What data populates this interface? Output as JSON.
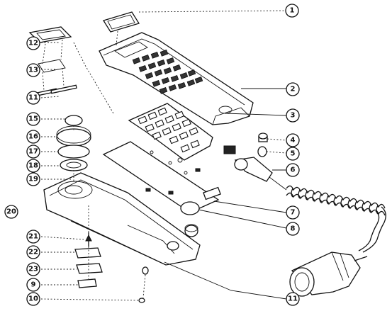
{
  "callouts": [
    {
      "id": "c1",
      "label": "1"
    },
    {
      "id": "c2",
      "label": "2"
    },
    {
      "id": "c3",
      "label": "3"
    },
    {
      "id": "c4",
      "label": "4"
    },
    {
      "id": "c5",
      "label": "5"
    },
    {
      "id": "c6",
      "label": "6"
    },
    {
      "id": "c7",
      "label": "7"
    },
    {
      "id": "c8",
      "label": "8"
    },
    {
      "id": "c11r",
      "label": "11"
    },
    {
      "id": "c12",
      "label": "12"
    },
    {
      "id": "c13",
      "label": "13"
    },
    {
      "id": "c11l",
      "label": "11"
    },
    {
      "id": "c15",
      "label": "15"
    },
    {
      "id": "c16",
      "label": "16"
    },
    {
      "id": "c17",
      "label": "17"
    },
    {
      "id": "c18",
      "label": "18"
    },
    {
      "id": "c19",
      "label": "19"
    },
    {
      "id": "c20",
      "label": "20"
    },
    {
      "id": "c21",
      "label": "21"
    },
    {
      "id": "c22",
      "label": "22"
    },
    {
      "id": "c23",
      "label": "23"
    },
    {
      "id": "c9",
      "label": "9"
    },
    {
      "id": "c10",
      "label": "10"
    }
  ]
}
